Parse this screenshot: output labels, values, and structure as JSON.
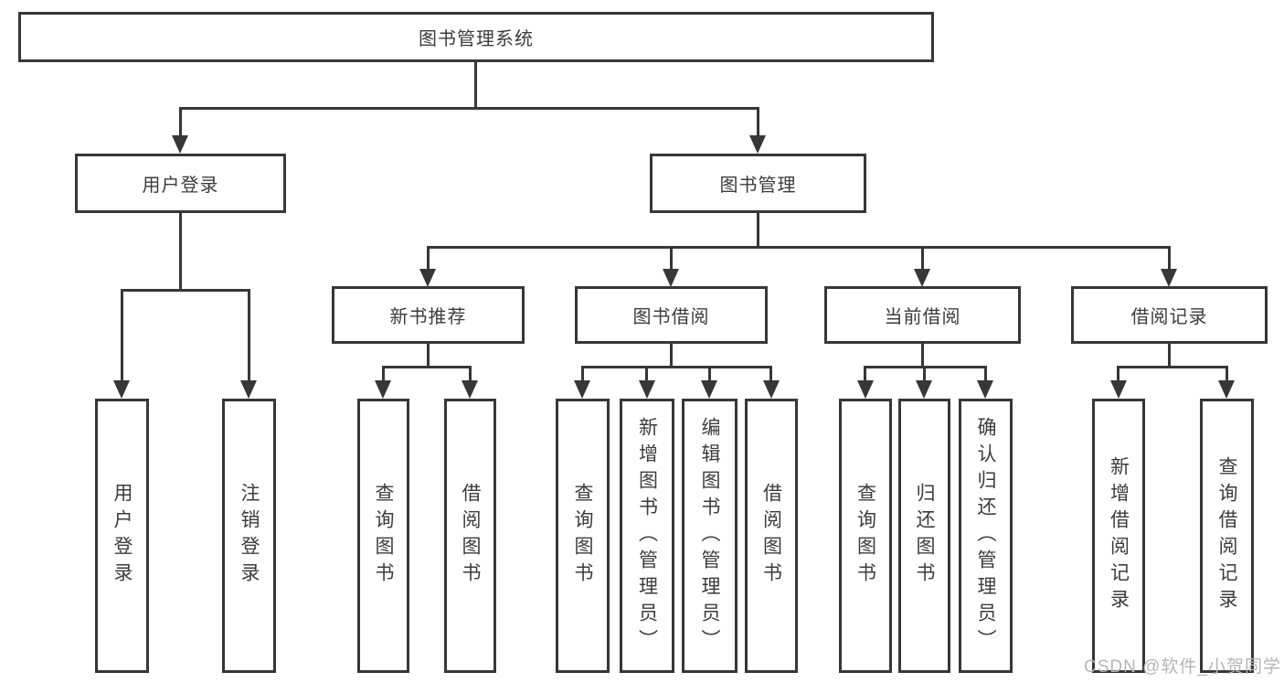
{
  "diagram": {
    "type": "hierarchy-tree",
    "colors": {
      "line": "#373737",
      "border": "#373737",
      "text": "#3c3c3c",
      "watermark": "#b5b5b5",
      "background": "#ffffff"
    },
    "nodes": {
      "root": {
        "label": "图书管理系统"
      },
      "user_login": {
        "label": "用户登录"
      },
      "book_mgmt": {
        "label": "图书管理"
      },
      "new_books": {
        "label": "新书推荐"
      },
      "book_borrow": {
        "label": "图书借阅"
      },
      "current_borrow": {
        "label": "当前借阅"
      },
      "borrow_records": {
        "label": "借阅记录"
      },
      "user_login_children": [
        {
          "label": "用户登录"
        },
        {
          "label": "注销登录"
        }
      ],
      "new_books_children": [
        {
          "label": "查询图书"
        },
        {
          "label": "借阅图书"
        }
      ],
      "book_borrow_children": [
        {
          "label": "查询图书"
        },
        {
          "label": "新增图书（管理员）"
        },
        {
          "label": "编辑图书（管理员）"
        },
        {
          "label": "借阅图书"
        }
      ],
      "current_borrow_children": [
        {
          "label": "查询图书"
        },
        {
          "label": "归还图书"
        },
        {
          "label": "确认归还（管理员）"
        }
      ],
      "borrow_records_children": [
        {
          "label": "新增借阅记录"
        },
        {
          "label": "查询借阅记录"
        }
      ]
    },
    "watermark": "CSDN @软件_小贺同学"
  }
}
